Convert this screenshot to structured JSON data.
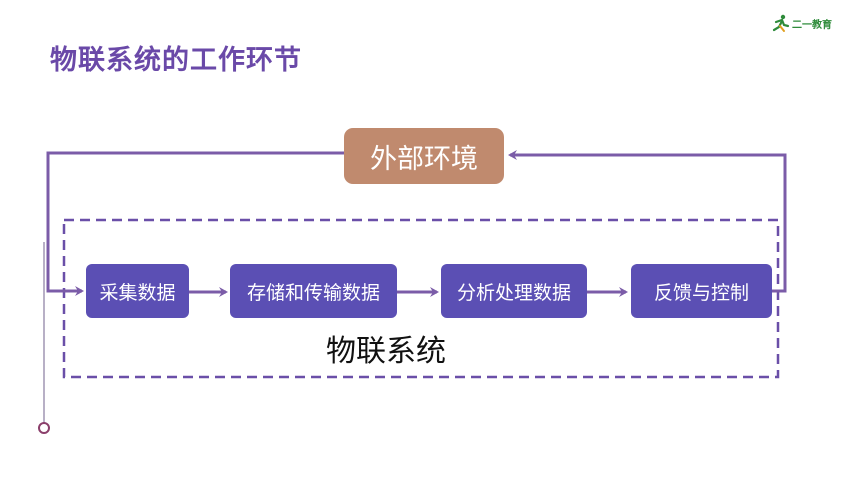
{
  "title": "物联系统的工作环节",
  "logo": {
    "text": "二一教育",
    "icon": "runner-icon"
  },
  "diagram": {
    "environment": "外部环境",
    "system_label": "物联系统",
    "steps": [
      "采集数据",
      "存储和传输数据",
      "分析处理数据",
      "反馈与控制"
    ]
  },
  "colors": {
    "title": "#6a49a8",
    "arrow": "#7b5ca8",
    "step_fill": "#5b4fb4",
    "environment_fill": "#c08a6e",
    "dashed_border": "#6a4fa8"
  }
}
